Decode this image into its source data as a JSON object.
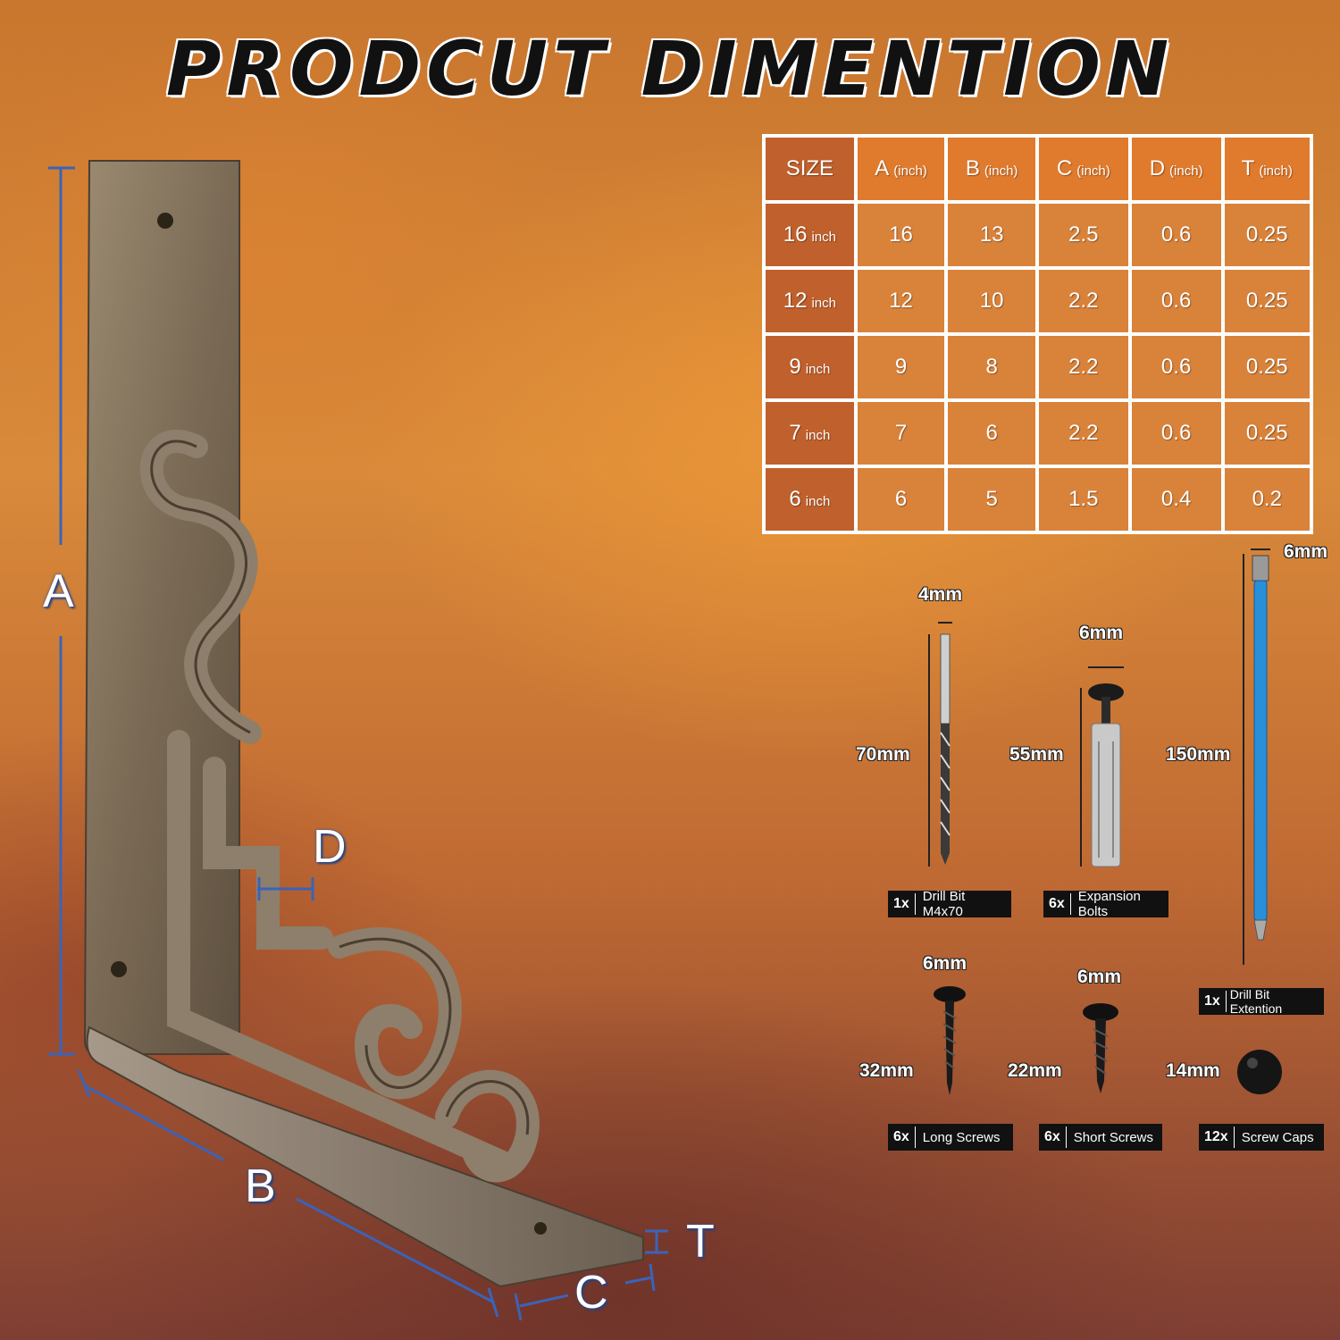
{
  "title": "PRODCUT DIMENTION",
  "table": {
    "headers": [
      {
        "label": "SIZE",
        "unit": ""
      },
      {
        "label": "A",
        "unit": "(inch)"
      },
      {
        "label": "B",
        "unit": "(inch)"
      },
      {
        "label": "C",
        "unit": "(inch)"
      },
      {
        "label": "D",
        "unit": "(inch)"
      },
      {
        "label": "T",
        "unit": "(inch)"
      }
    ],
    "rows": [
      {
        "size": "16",
        "unit": "inch",
        "values": [
          "16",
          "13",
          "2.5",
          "0.6",
          "0.25"
        ]
      },
      {
        "size": "12",
        "unit": "inch",
        "values": [
          "12",
          "10",
          "2.2",
          "0.6",
          "0.25"
        ]
      },
      {
        "size": "9",
        "unit": "inch",
        "values": [
          "9",
          "8",
          "2.2",
          "0.6",
          "0.25"
        ]
      },
      {
        "size": "7",
        "unit": "inch",
        "values": [
          "7",
          "6",
          "2.2",
          "0.6",
          "0.25"
        ]
      },
      {
        "size": "6",
        "unit": "inch",
        "values": [
          "6",
          "5",
          "1.5",
          "0.4",
          "0.2"
        ]
      }
    ]
  },
  "dimension_labels": {
    "a": "A",
    "b": "B",
    "c": "C",
    "d": "D",
    "t": "T"
  },
  "accessories": {
    "drill_bit": {
      "width": "4mm",
      "length": "70mm",
      "qty": "1x",
      "name": "Drill Bit M4x70"
    },
    "expansion_bolts": {
      "width": "6mm",
      "length": "55mm",
      "qty": "6x",
      "name": "Expansion Bolts"
    },
    "extension": {
      "width": "6mm",
      "length": "150mm",
      "qty": "1x",
      "name": "Drill Bit Extention"
    },
    "long_screws": {
      "width": "6mm",
      "length": "32mm",
      "qty": "6x",
      "name": "Long Screws"
    },
    "short_screws": {
      "width": "6mm",
      "length": "22mm",
      "qty": "6x",
      "name": "Short Screws"
    },
    "screw_caps": {
      "length": "14mm",
      "qty": "12x",
      "name": "Screw Caps"
    }
  },
  "colors": {
    "table_header": "#e07a2c",
    "table_cell": "#d9823a",
    "dimension_line": "#3b63b8",
    "extension_bit": "#2a8fd9"
  }
}
